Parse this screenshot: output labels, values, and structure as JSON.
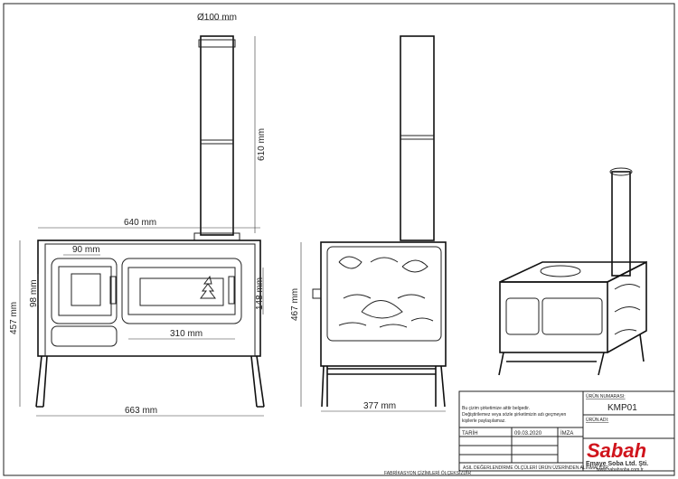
{
  "dimensions": {
    "flue_diameter": "Ø100 mm",
    "flue_height": "610 mm",
    "top_width": "640 mm",
    "small_door_width": "90 mm",
    "small_door_height": "98 mm",
    "oven_door_height": "148 mm",
    "oven_door_width": "310 mm",
    "front_height": "457 mm",
    "overall_width": "663 mm",
    "side_height": "467 mm",
    "depth": "377 mm"
  },
  "title_block": {
    "notice_line1": "Bu çizim şirketimize aittir belgedir.",
    "notice_line2": "Değiştirilemez veya sözle şirketimizin adı geçmeyen",
    "notice_line3": "kişilerle paylaşılamaz.",
    "product_number_label": "ÜRÜN NUMARASI:",
    "product_number": "KMP01",
    "product_name_label": "ÜRÜN ADI:",
    "date_label": "TARİH",
    "date_value": "09.03.2020",
    "signature_label": "İMZA",
    "footer_note": "ASIL DEĞERLENDİRME ÖLÇÜLERİ ÜRÜN ÜZERİNDEN ALINMALIDIR",
    "bottom_note": "FABRİKASYON ÇİZİMLERİ ÖLÇEKSİZDİR",
    "brand": "Sabah",
    "company": "Emaye Soba Ltd. Şti.",
    "website": "www.sabahsoba.com.tr"
  },
  "colors": {
    "brand": "#d0141c"
  }
}
